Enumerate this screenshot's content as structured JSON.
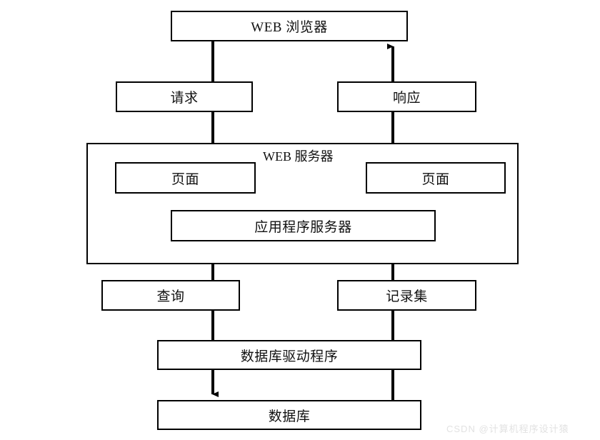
{
  "diagram": {
    "title": "Web application three-tier architecture flow diagram",
    "background_color": "#ffffff",
    "line_color": "#000000",
    "nodes": {
      "web_browser": "WEB 浏览器",
      "request": "请求",
      "response": "响应",
      "web_server_label": "WEB 服务器",
      "page_left": "页面",
      "page_right": "页面",
      "app_server": "应用程序服务器",
      "query": "查询",
      "recordset": "记录集",
      "db_driver": "数据库驱动程序",
      "database": "数据库"
    },
    "watermark": "CSDN @计算机程序设计猿",
    "watermark_color": "#e2e2e2",
    "flow_down": [
      "WEB 浏览器",
      "请求",
      "页面",
      "应用程序服务器",
      "查询",
      "数据库驱动程序",
      "数据库"
    ],
    "flow_up": [
      "数据库",
      "数据库驱动程序",
      "记录集",
      "应用程序服务器",
      "页面",
      "响应",
      "WEB 浏览器"
    ]
  }
}
